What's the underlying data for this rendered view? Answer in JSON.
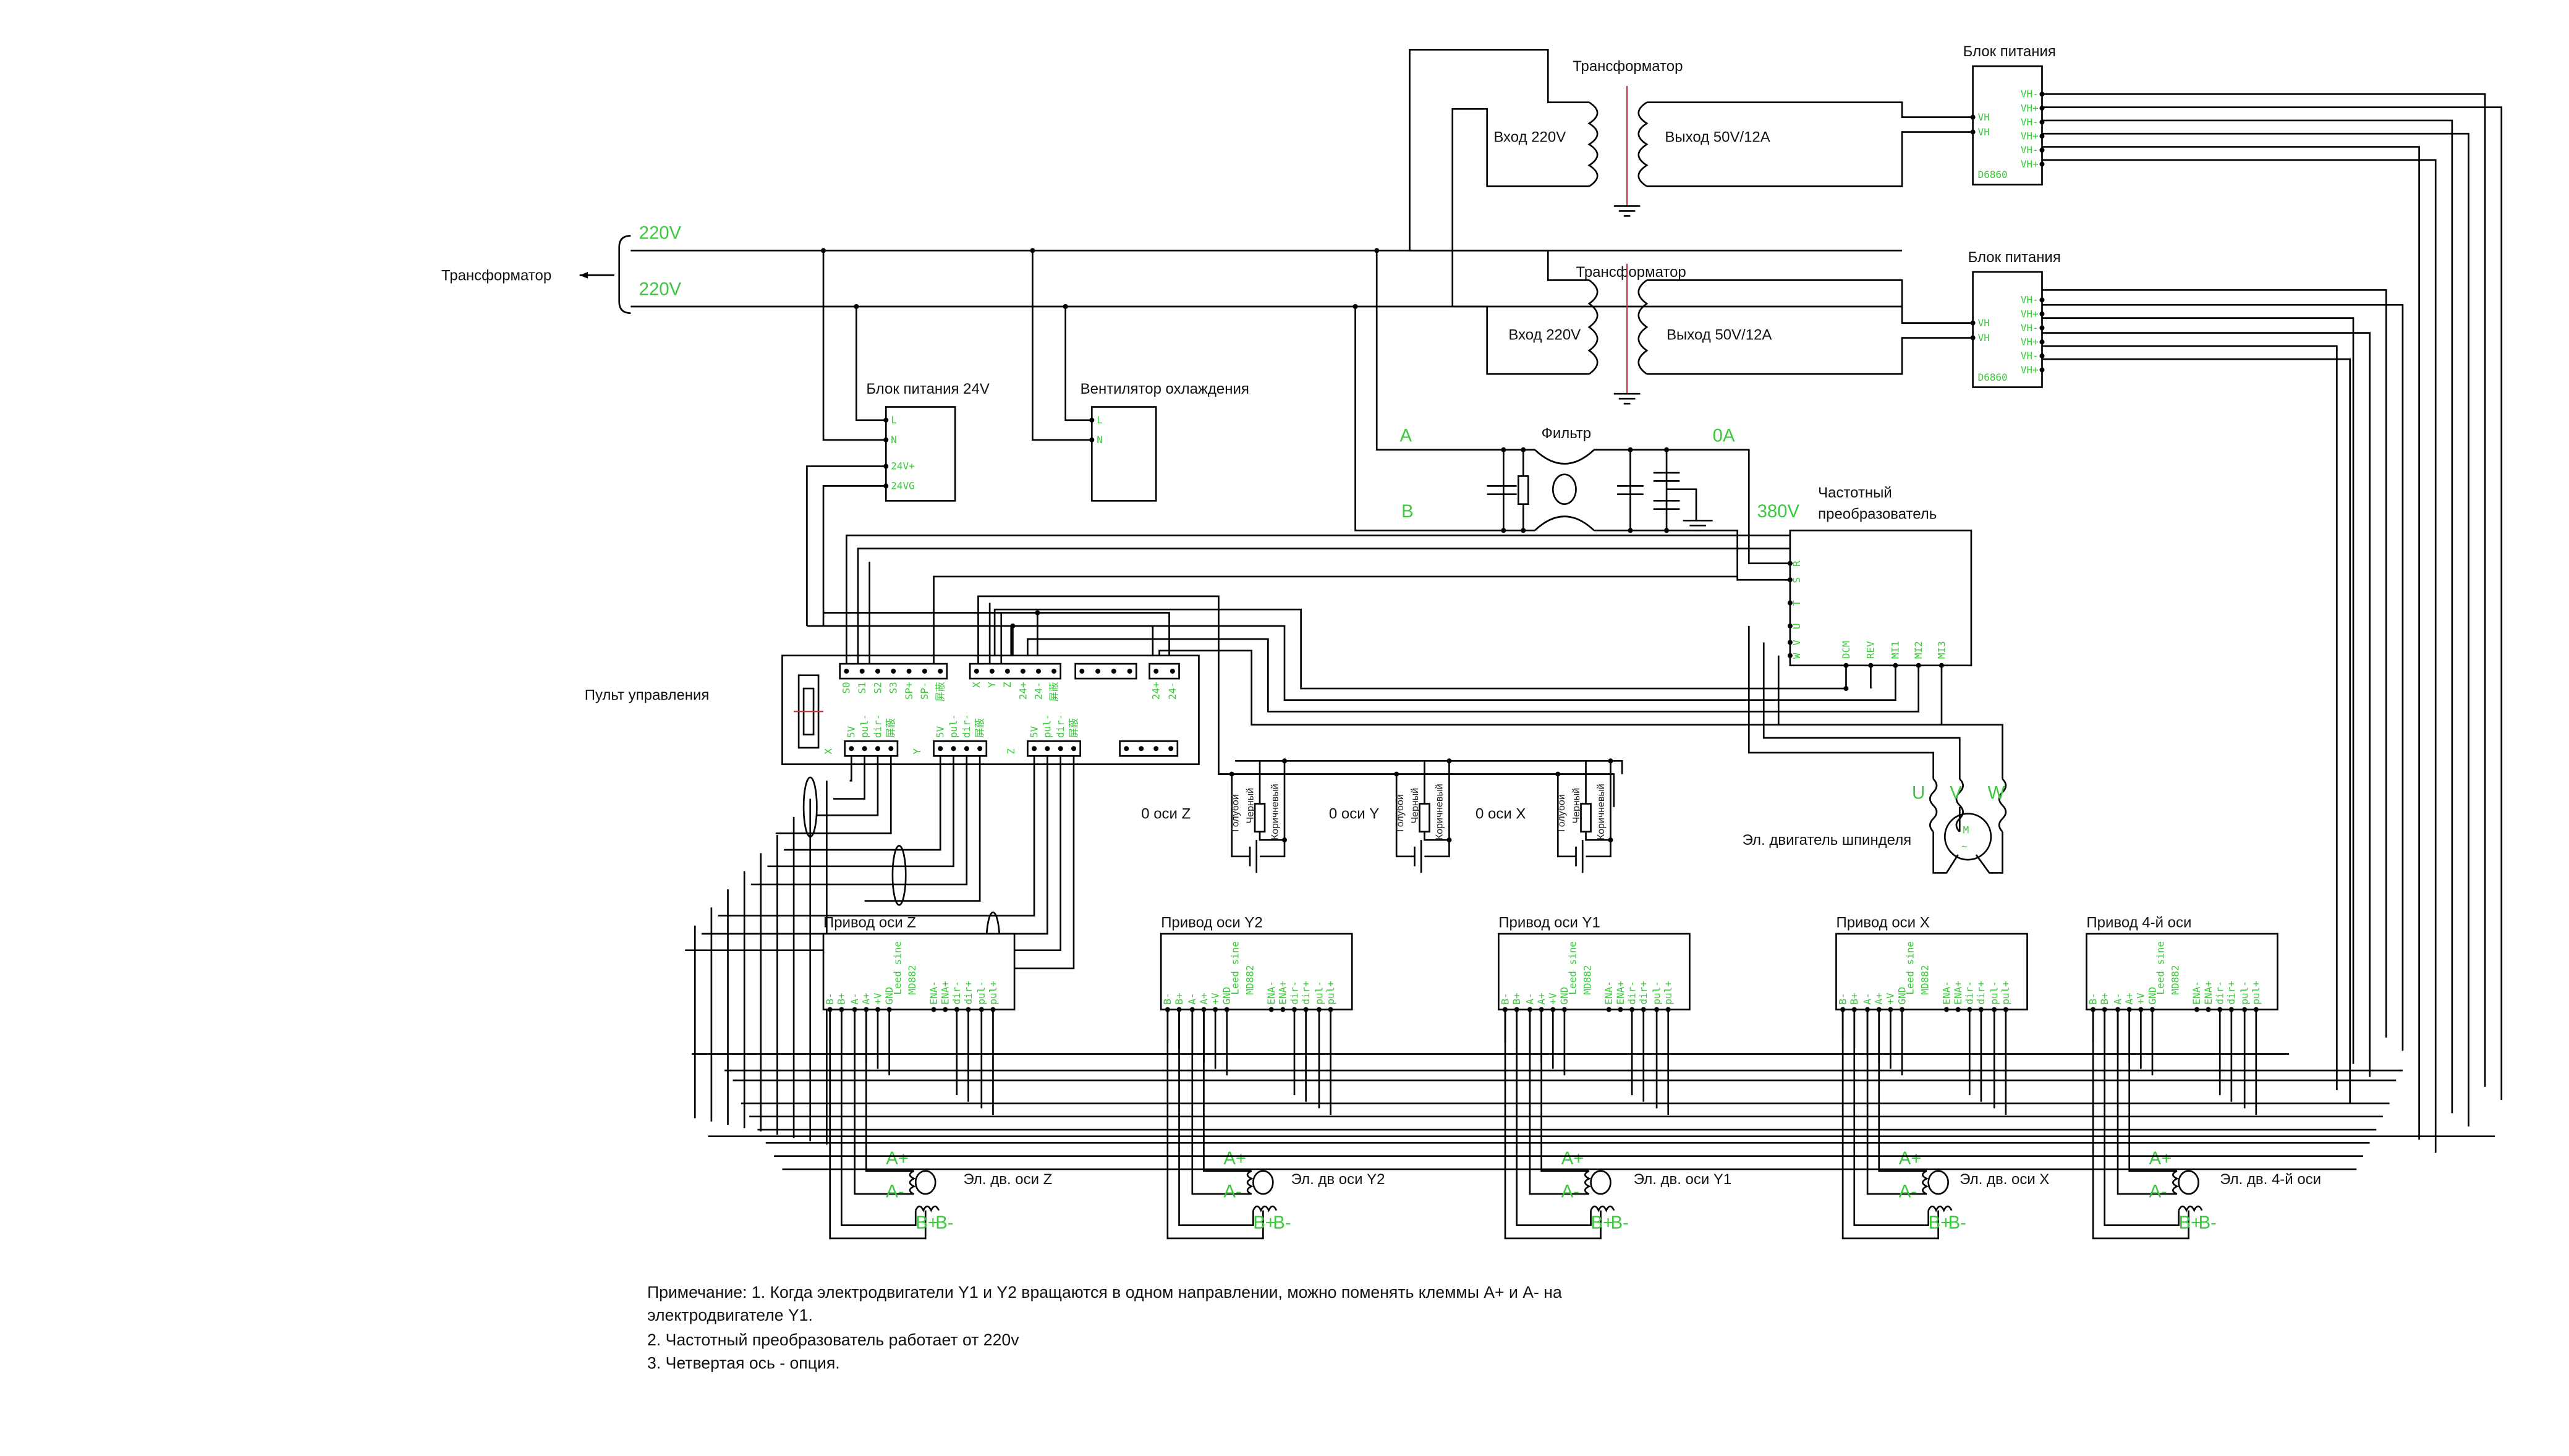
{
  "mains": {
    "source_label": "Трансформатор",
    "line1_voltage": "220V",
    "line2_voltage": "220V"
  },
  "transformers": [
    {
      "title": "Трансформатор",
      "input": "Вход 220V",
      "output": "Выход 50V/12A"
    },
    {
      "title": "Трансформатор",
      "input": "Вход 220V",
      "output": "Выход 50V/12A"
    }
  ],
  "power_supplies": [
    {
      "title": "Блок питания",
      "inputs": [
        "VH",
        "VH"
      ],
      "outputs": [
        "VH-",
        "VH+",
        "VH-",
        "VH+",
        "VH-",
        "VH+"
      ],
      "model": "D6860"
    },
    {
      "title": "Блок питания",
      "inputs": [
        "VH",
        "VH"
      ],
      "outputs": [
        "VH-",
        "VH+",
        "VH-",
        "VH+",
        "VH-",
        "VH+"
      ],
      "model": "D6860"
    }
  ],
  "psu24": {
    "title": "Блок питания 24V",
    "pins": [
      "L",
      "N",
      "24V+",
      "24VG"
    ]
  },
  "fan": {
    "title": "Вентилятор охлаждения",
    "pins": [
      "L",
      "N"
    ]
  },
  "filter": {
    "title": "Фильтр",
    "in_a": "A",
    "in_b": "B",
    "out_a": "0A",
    "out_voltage": "380V"
  },
  "vfd": {
    "title_line1": "Частотный",
    "title_line2": "преобразователь",
    "side_pins": [
      "R",
      "S",
      "T",
      "U",
      "V",
      "W"
    ],
    "bottom_pins": [
      "DCM",
      "REV",
      "MI1",
      "MI2",
      "MI3"
    ]
  },
  "spindle_motor": {
    "title": "Эл. двигатель шпинделя",
    "phases": [
      "U",
      "V",
      "W"
    ],
    "symbol": "M",
    "ac_symbol": "~"
  },
  "control_panel": {
    "title": "Пульт управления",
    "top_connectors": [
      {
        "pins": [
          "S0",
          "S1",
          "S2",
          "S3",
          "SP+",
          "SP-",
          "屏蔽"
        ]
      },
      {
        "pins": [
          "X",
          "Y",
          "Z",
          "24+",
          "24-",
          "屏蔽"
        ]
      },
      {
        "pins": []
      },
      {
        "pins": [
          "24+",
          "24-"
        ]
      }
    ],
    "axis_connectors": [
      {
        "axis": "X",
        "pins": [
          "5V",
          "pul-",
          "dir-",
          "屏蔽"
        ]
      },
      {
        "axis": "Y",
        "pins": [
          "5V",
          "pul-",
          "dir-",
          "屏蔽"
        ]
      },
      {
        "axis": "Z",
        "pins": [
          "5V",
          "pul-",
          "dir-",
          "屏蔽"
        ]
      }
    ]
  },
  "home_sensors": [
    {
      "title": "0 оси Z",
      "wires": [
        "Голубой",
        "Черный",
        "Коричневый"
      ]
    },
    {
      "title": "0 оси Y",
      "wires": [
        "Голубой",
        "Черный",
        "Коричневый"
      ]
    },
    {
      "title": "0 оси X",
      "wires": [
        "Голубой",
        "Черный",
        "Коричневый"
      ]
    }
  ],
  "drivers": [
    {
      "title": "Привод оси Z",
      "model": "MD882",
      "mode": "Leed sine",
      "pins": [
        "B-",
        "B+",
        "A-",
        "A+",
        "+V",
        "GND",
        "ENA-",
        "ENA+",
        "dir-",
        "dir+",
        "pul-",
        "pul+"
      ]
    },
    {
      "title": "Привод оси Y2",
      "model": "MD882",
      "mode": "Leed sine",
      "pins": [
        "B-",
        "B+",
        "A-",
        "A+",
        "+V",
        "GND",
        "ENA-",
        "ENA+",
        "dir-",
        "dir+",
        "pul-",
        "pul+"
      ]
    },
    {
      "title": "Привод оси Y1",
      "model": "MD882",
      "mode": "Leed sine",
      "pins": [
        "B-",
        "B+",
        "A-",
        "A+",
        "+V",
        "GND",
        "ENA-",
        "ENA+",
        "dir-",
        "dir+",
        "pul-",
        "pul+"
      ]
    },
    {
      "title": "Привод оси X",
      "model": "MD882",
      "mode": "Leed sine",
      "pins": [
        "B-",
        "B+",
        "A-",
        "A+",
        "+V",
        "GND",
        "ENA-",
        "ENA+",
        "dir-",
        "dir+",
        "pul-",
        "pul+"
      ]
    },
    {
      "title": "Привод 4-й оси",
      "model": "MD882",
      "mode": "Leed sine",
      "pins": [
        "B-",
        "B+",
        "A-",
        "A+",
        "+V",
        "GND",
        "ENA-",
        "ENA+",
        "dir-",
        "dir+",
        "pul-",
        "pul+"
      ]
    }
  ],
  "steppers": [
    {
      "title": "Эл. дв. оси Z",
      "pins": [
        "A+",
        "A-",
        "B+",
        "B-"
      ]
    },
    {
      "title": "Эл. дв оси Y2",
      "pins": [
        "A+",
        "A-",
        "B+",
        "B-"
      ]
    },
    {
      "title": "Эл. дв. оси Y1",
      "pins": [
        "A+",
        "A-",
        "B+",
        "B-"
      ]
    },
    {
      "title": "Эл. дв. оси X",
      "pins": [
        "A+",
        "A-",
        "B+",
        "B-"
      ]
    },
    {
      "title": "Эл. дв. 4-й оси",
      "pins": [
        "A+",
        "A-",
        "B+",
        "B-"
      ]
    }
  ],
  "notes": [
    "Примечание: 1. Когда электродвигатели Y1 и Y2 вращаются в одном направлении, можно поменять клеммы А+ и А- на",
    "электродвигателе Y1.",
    "2. Частотный преобразователь работает от 220v",
    "3. Четвертая ось - опция."
  ]
}
